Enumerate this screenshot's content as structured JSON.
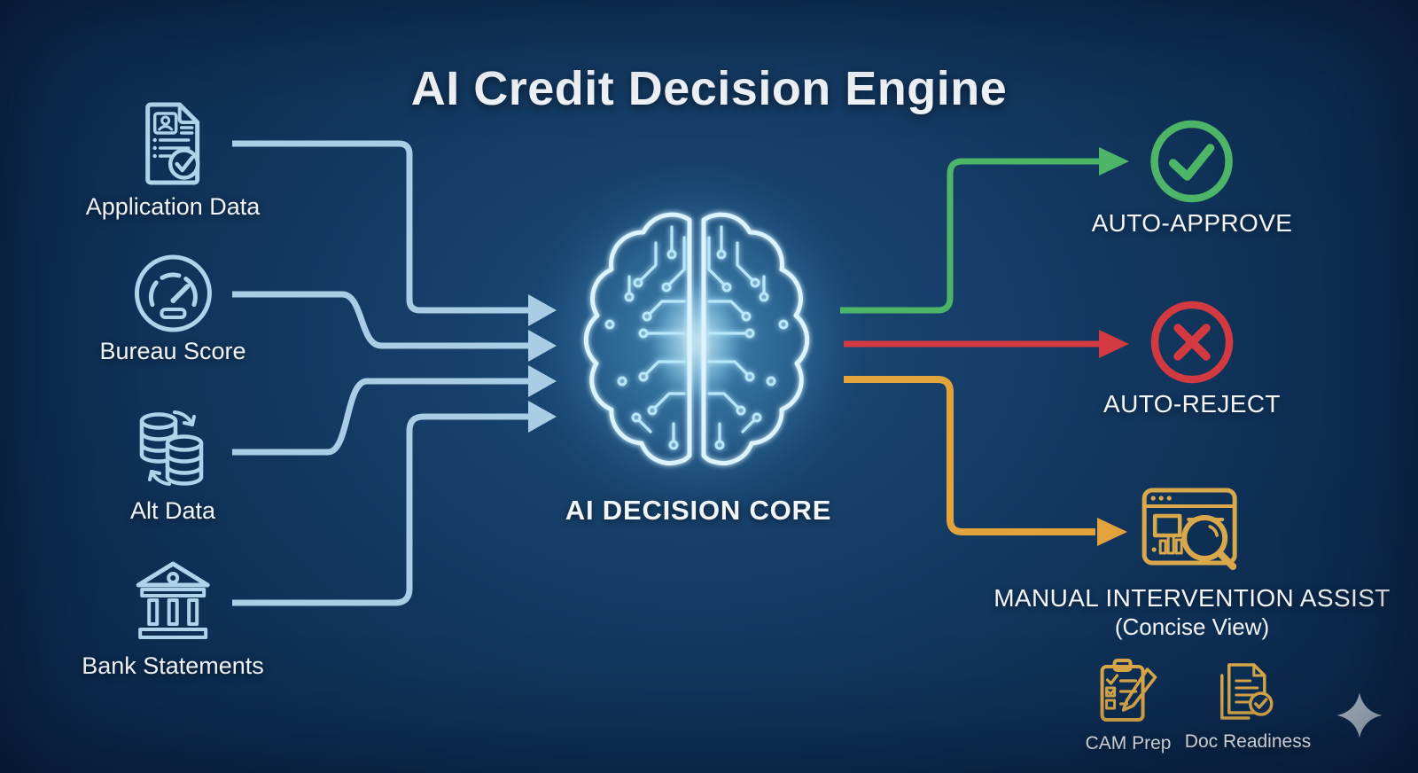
{
  "title": "AI Credit Decision Engine",
  "inputs": [
    {
      "label": "Application Data",
      "icon": "application-document-icon"
    },
    {
      "label": "Bureau Score",
      "icon": "score-gauge-icon"
    },
    {
      "label": "Alt Data",
      "icon": "database-sync-icon"
    },
    {
      "label": "Bank Statements",
      "icon": "bank-building-icon"
    }
  ],
  "core": {
    "label": "AI DECISION CORE",
    "icon": "circuit-brain-icon"
  },
  "outputs": [
    {
      "label": "AUTO-APPROVE",
      "icon": "check-circle-icon",
      "color": "#4db568"
    },
    {
      "label": "AUTO-REJECT",
      "icon": "x-circle-icon",
      "color": "#d23940"
    },
    {
      "label": "MANUAL INTERVENTION ASSIST",
      "sublabel": "(Concise View)",
      "icon": "review-magnifier-icon",
      "color": "#e2a33d"
    }
  ],
  "manual_tools": [
    {
      "label": "CAM Prep",
      "icon": "clipboard-pencil-icon"
    },
    {
      "label": "Doc Readiness",
      "icon": "document-check-icon"
    }
  ],
  "colors": {
    "background": "#0e2f53",
    "input_line": "#a9cde4",
    "approve": "#4db568",
    "reject": "#d23940",
    "manual": "#e2a33d",
    "gold_icon": "#d9a84a",
    "blue_icon": "#aed3ea",
    "brain_glow": "#8fdcff",
    "text": "#f2f6fa"
  }
}
